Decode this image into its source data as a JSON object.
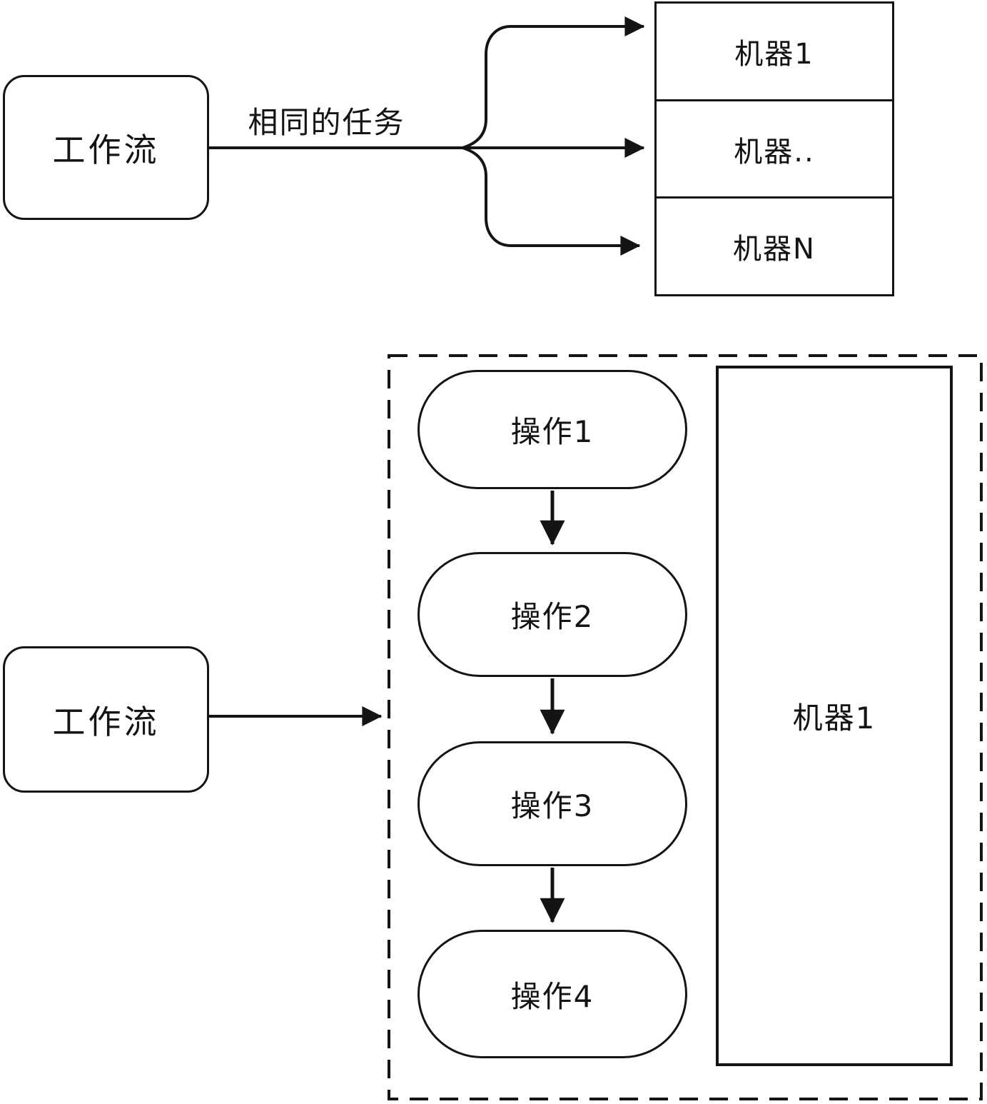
{
  "top": {
    "workflow_label": "工作流",
    "edge_label": "相同的任务",
    "machines": [
      "机器1",
      "机器..",
      "机器N"
    ]
  },
  "bottom": {
    "workflow_label": "工作流",
    "operations": [
      "操作1",
      "操作2",
      "操作3",
      "操作4"
    ],
    "machine_label": "机器1"
  },
  "colors": {
    "stroke": "#141414",
    "background": "#ffffff"
  }
}
